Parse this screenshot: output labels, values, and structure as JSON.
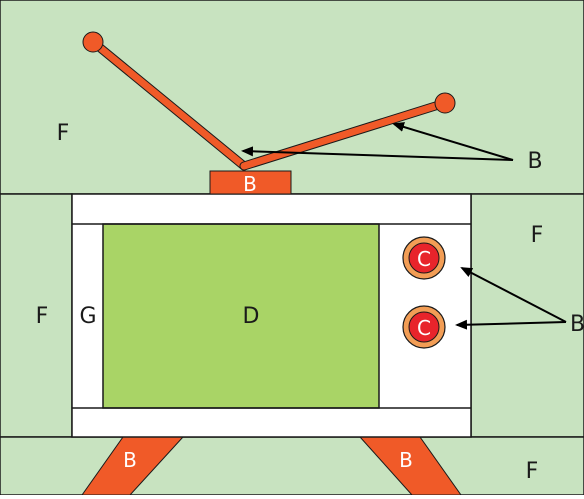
{
  "colors": {
    "background_green": "#c8e3c0",
    "screen_green": "#a9d466",
    "orange": "#f05a28",
    "orange_dark": "#c1461c",
    "knob_outer": "#f29d55",
    "knob_inner": "#e8242b",
    "white": "#ffffff",
    "outline": "#1a1a1a"
  },
  "labels": {
    "f_top_left": "F",
    "f_left": "F",
    "f_right": "F",
    "f_bottom_right": "F",
    "g": "G",
    "d": "D",
    "b_base": "B",
    "b_antenna_callout": "B",
    "b_knob_callout": "B",
    "b_leg_left": "B",
    "b_leg_right": "B",
    "c_top": "C",
    "c_bottom": "C"
  },
  "icons": {
    "antenna": "antenna-rod-icon",
    "knob": "knob-icon",
    "arrow": "arrow-icon"
  }
}
